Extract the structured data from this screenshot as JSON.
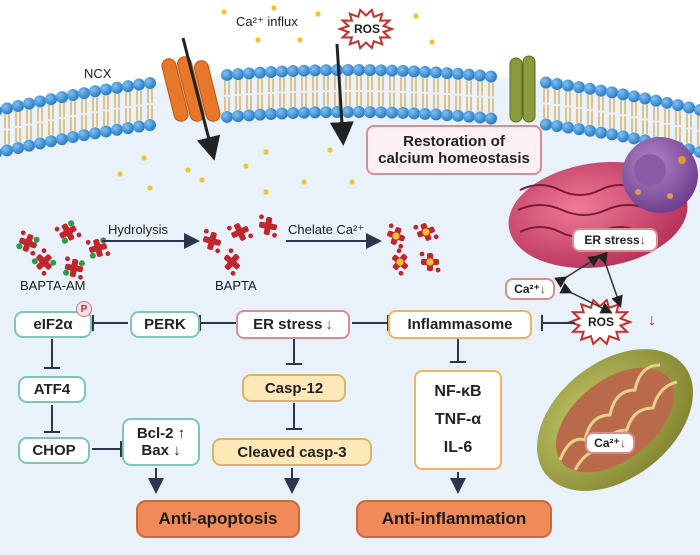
{
  "membrane": {
    "ncx_label": "NCX",
    "ca_influx_label": "Ca²⁺ influx",
    "ros_top_label": "ROS",
    "restoration_label_line1": "Restoration of",
    "restoration_label_line2": "calcium homeostasis"
  },
  "hydrolysis": {
    "bapta_am_label": "BAPTA-AM",
    "hydrolysis_label": "Hydrolysis",
    "bapta_label": "BAPTA",
    "chelate_label": "Chelate Ca²⁺"
  },
  "organelles": {
    "er_stress_label": "ER stress",
    "er_arrow": "↓",
    "ca_left_label": "Ca²⁺",
    "ca_left_arrow": "↓",
    "ros_label": "ROS",
    "ros_arrow": "↓",
    "ca_mito_label": "Ca²⁺",
    "ca_mito_arrow": "↓"
  },
  "pathway": {
    "eif2a_label": "eIF2α",
    "phospho_label": "P",
    "perk_label": "PERK",
    "er_stress_label": "ER stress",
    "er_stress_arrow": "↓",
    "inflammasome_label": "Inflammasome",
    "atf4_label": "ATF4",
    "chop_label": "CHOP",
    "bcl2_label": "Bcl-2",
    "bcl2_arrow": "↑",
    "bax_label": "Bax",
    "bax_arrow": "↓",
    "casp12_label": "Casp-12",
    "cleaved_casp3_label": "Cleaved casp-3",
    "nfkb_label": "NF-κB",
    "tnfa_label": "TNF-α",
    "il6_label": "IL-6",
    "anti_apoptosis_label": "Anti-apoptosis",
    "anti_inflammation_label": "Anti-inflammation"
  },
  "colors": {
    "cell_bg": "#e9f1fb",
    "membrane_head": "#3a8fd6",
    "channel_ncx": "#e8772a",
    "channel_green": "#8c9a3e",
    "teal_border": "#7cc6b6",
    "down_red": "#b3261e",
    "pill_orange": "#f08a58"
  }
}
